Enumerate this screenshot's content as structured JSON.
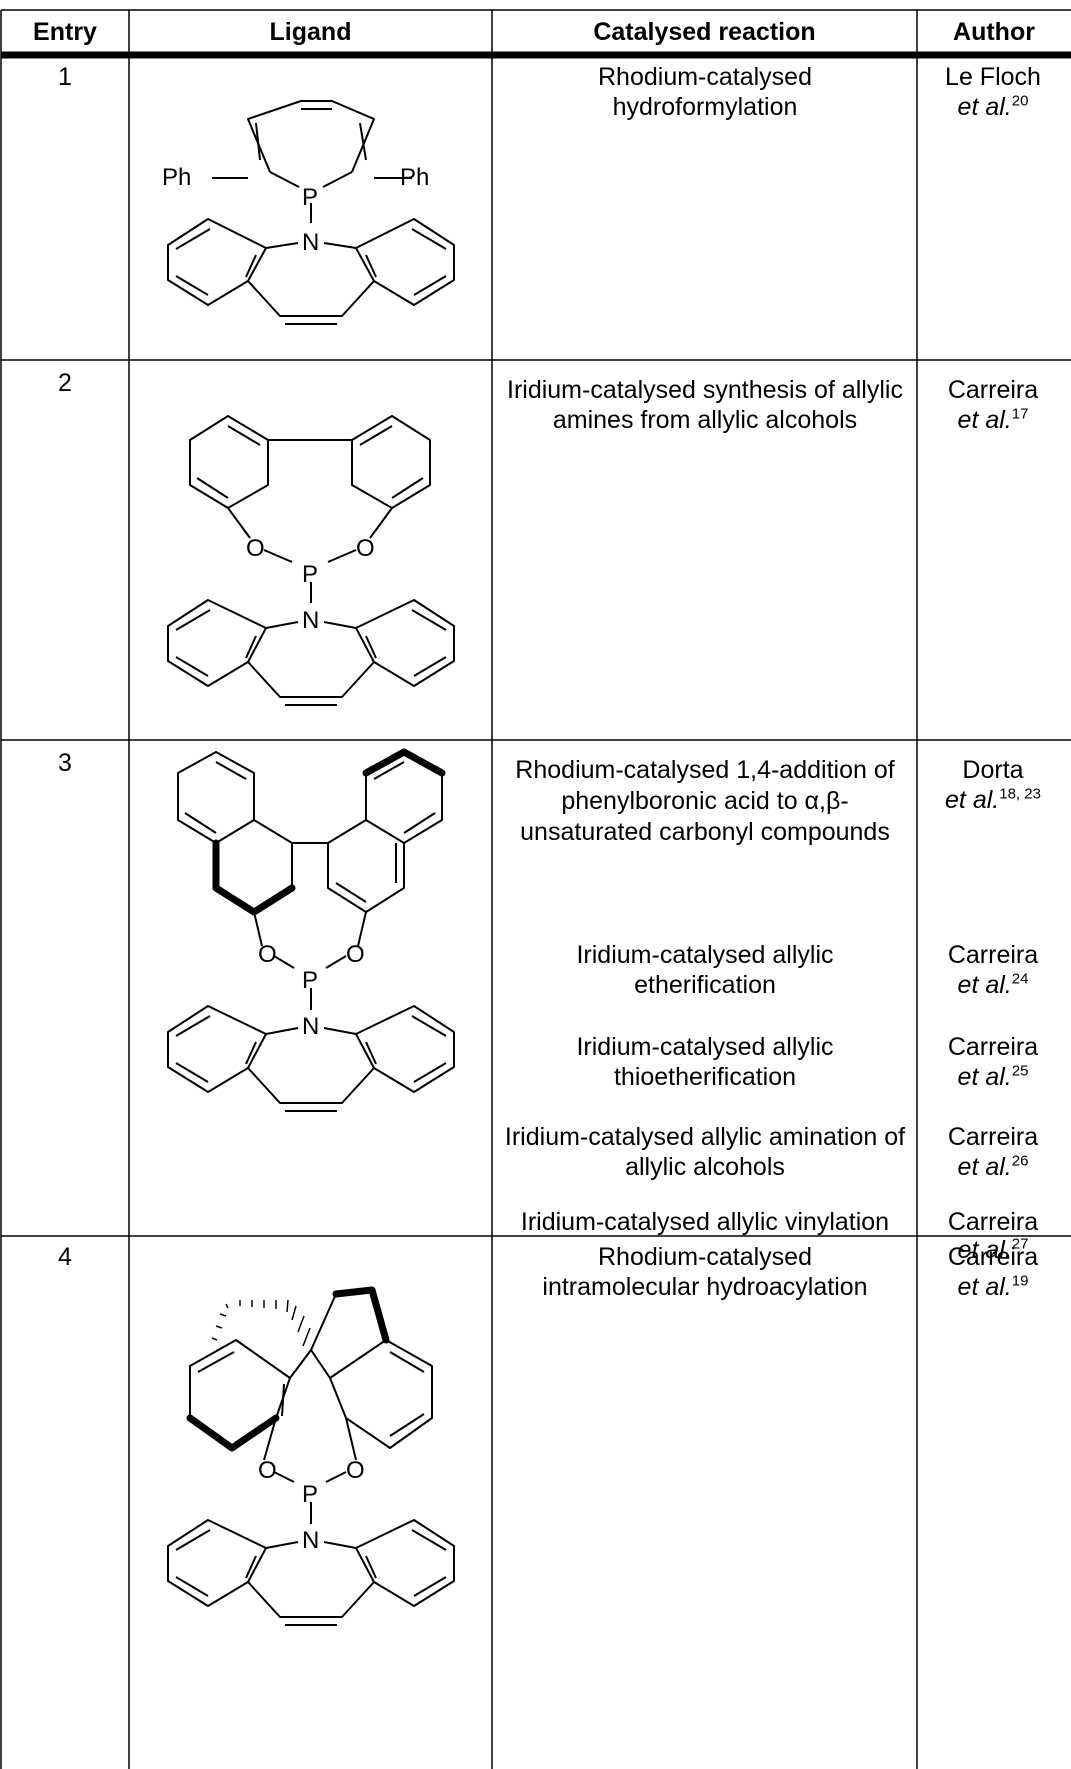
{
  "headers": {
    "entry": "Entry",
    "ligand": "Ligand",
    "reaction": "Catalysed reaction",
    "author": "Author"
  },
  "rows": [
    {
      "entry": "1",
      "reactions": [
        {
          "text": "Rhodium-catalysed hydroformylation",
          "author": "Le Floch",
          "etal": "et al.",
          "ref": "20"
        }
      ],
      "ligand_labels": {
        "left": "Ph",
        "right": "Ph",
        "p": "P",
        "n": "N"
      }
    },
    {
      "entry": "2",
      "reactions": [
        {
          "text": "Iridium-catalysed synthesis of allylic amines from allylic alcohols",
          "author": "Carreira",
          "etal": "et al.",
          "ref": "17"
        }
      ],
      "ligand_labels": {
        "o1": "O",
        "o2": "O",
        "p": "P",
        "n": "N"
      }
    },
    {
      "entry": "3",
      "reactions": [
        {
          "text": "Rhodium-catalysed 1,4-addition of phenylboronic acid to α,β-unsaturated carbonyl compounds",
          "author": "Dorta",
          "etal": "et al.",
          "ref": "18, 23"
        },
        {
          "text": "Iridium-catalysed allylic etherification",
          "author": "Carreira",
          "etal": "et al.",
          "ref": "24"
        },
        {
          "text": "Iridium-catalysed allylic thioetherification",
          "author": "Carreira",
          "etal": "et al.",
          "ref": "25"
        },
        {
          "text": "Iridium-catalysed allylic amination of allylic alcohols",
          "author": "Carreira",
          "etal": "et al.",
          "ref": "26"
        },
        {
          "text": "Iridium-catalysed allylic vinylation",
          "author": "Carreira",
          "etal": "et al.",
          "ref": "27"
        }
      ],
      "ligand_labels": {
        "o1": "O",
        "o2": "O",
        "p": "P",
        "n": "N"
      }
    },
    {
      "entry": "4",
      "reactions": [
        {
          "text": "Rhodium-catalysed intramolecular hydroacylation",
          "author": "Carreira",
          "etal": "et al.",
          "ref": "19"
        }
      ],
      "ligand_labels": {
        "o1": "O",
        "o2": "O",
        "p": "P",
        "n": "N"
      }
    }
  ]
}
